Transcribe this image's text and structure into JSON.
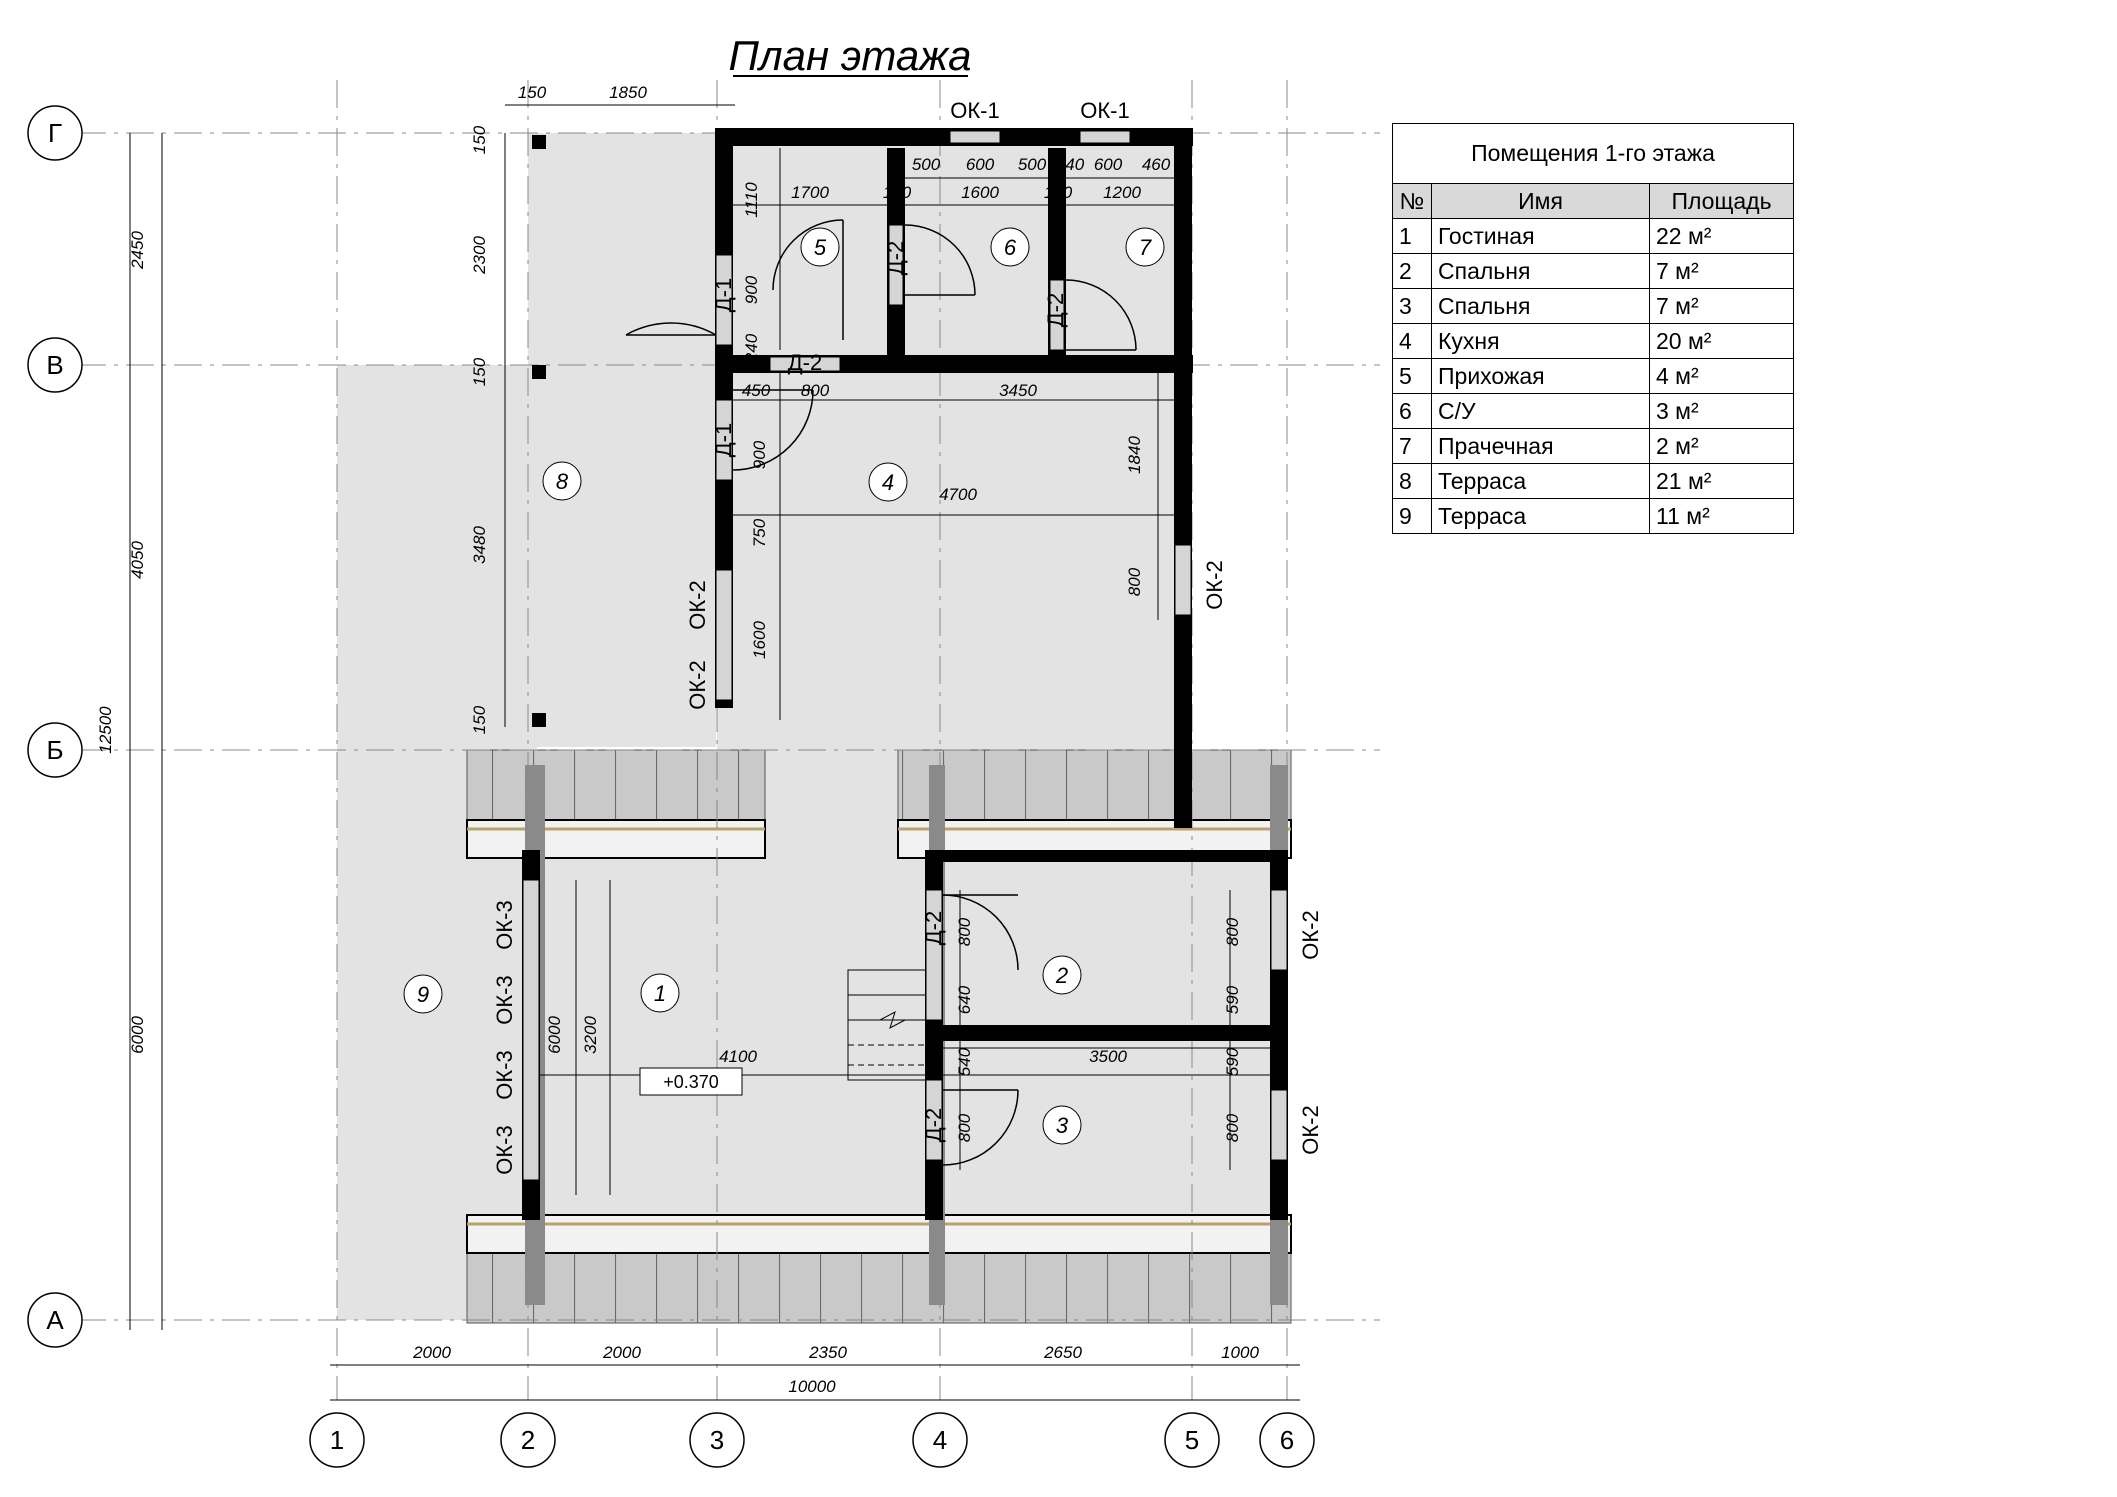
{
  "title": "План этажа",
  "axes": {
    "rows": [
      "Г",
      "В",
      "Б",
      "А"
    ],
    "cols": [
      "1",
      "2",
      "3",
      "4",
      "5",
      "6"
    ]
  },
  "dimensions": {
    "bottom_spans": [
      "2000",
      "2000",
      "2350",
      "2650",
      "1000"
    ],
    "bottom_total": "10000",
    "left_spans": [
      "2450",
      "4050",
      "6000"
    ],
    "left_total": "12500",
    "terrace_top": [
      "150",
      "1850"
    ],
    "terrace_left": [
      "150",
      "2300",
      "150",
      "3480",
      "150"
    ],
    "top_row": [
      "500",
      "600",
      "500",
      "140",
      "600",
      "460"
    ],
    "top_row2": [
      "1700",
      "100",
      "1600",
      "100",
      "1200"
    ],
    "misc": [
      "1110",
      "900",
      "240",
      "450",
      "800",
      "3450",
      "900",
      "1840",
      "4700",
      "750",
      "800",
      "1600",
      "6000",
      "3200",
      "4100",
      "800",
      "640",
      "540",
      "800",
      "3500",
      "800",
      "590",
      "590",
      "800"
    ]
  },
  "windows": [
    "ОК-1",
    "ОК-1",
    "ОК-2",
    "ОК-2",
    "ОК-2",
    "ОК-2",
    "ОК-2",
    "ОК-3",
    "ОК-3",
    "ОК-3",
    "ОК-3"
  ],
  "doors": [
    "Д-1",
    "Д-1",
    "Д-2",
    "Д-2",
    "Д-2",
    "Д-2",
    "Д-2"
  ],
  "room_numbers": [
    "1",
    "2",
    "3",
    "4",
    "5",
    "6",
    "7",
    "8",
    "9"
  ],
  "level_mark": "+0.370",
  "rooms_table": {
    "caption": "Помещения 1-го этажа",
    "headers": [
      "№",
      "Имя",
      "Площадь"
    ],
    "rows": [
      {
        "n": "1",
        "name": "Гостиная",
        "area": "22 м²"
      },
      {
        "n": "2",
        "name": "Спальня",
        "area": "7 м²"
      },
      {
        "n": "3",
        "name": "Спальня",
        "area": "7 м²"
      },
      {
        "n": "4",
        "name": "Кухня",
        "area": "20 м²"
      },
      {
        "n": "5",
        "name": "Прихожая",
        "area": "4 м²"
      },
      {
        "n": "6",
        "name": "С/У",
        "area": "3 м²"
      },
      {
        "n": "7",
        "name": "Прачечная",
        "area": "2 м²"
      },
      {
        "n": "8",
        "name": "Терраса",
        "area": "21 м²"
      },
      {
        "n": "9",
        "name": "Терраса",
        "area": "11 м²"
      }
    ]
  }
}
